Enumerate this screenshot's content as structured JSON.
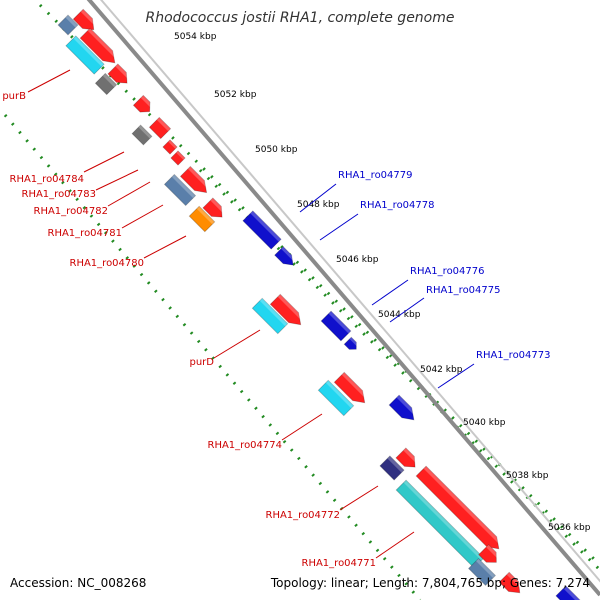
{
  "title": "Rhodococcus jostii RHA1, complete genome",
  "footer": {
    "accession": "Accession: NC_008268",
    "topology": "Topology: linear; Length: 7,804,765 bp; Genes: 7,274"
  },
  "colors": {
    "backbone": "#8a8a8a",
    "tick": "#228b22",
    "forward_label": "#cc0000",
    "reverse_label": "#0000cc",
    "red_gene": "#ff2020",
    "blue_gene": "#1010cc",
    "cyan_gene": "#22d6f0",
    "teal_gene": "#30c8c8",
    "grey_gene": "#707070",
    "steel_gene": "#5a7faa",
    "orange_gene": "#ff8c00",
    "navy_gene": "#303080"
  },
  "kbp_labels": [
    "5054 kbp",
    "5052 kbp",
    "5050 kbp",
    "5048 kbp",
    "5046 kbp",
    "5044 kbp",
    "5042 kbp",
    "5040 kbp",
    "5038 kbp",
    "5036 kbp"
  ],
  "forward_labels": [
    "purB",
    "RHA1_ro04784",
    "RHA1_ro04783",
    "RHA1_ro04782",
    "RHA1_ro04781",
    "RHA1_ro04780",
    "purD",
    "RHA1_ro04774",
    "RHA1_ro04772",
    "RHA1_ro04771"
  ],
  "reverse_labels": [
    "RHA1_ro04779",
    "RHA1_ro04778",
    "RHA1_ro04776",
    "RHA1_ro04775",
    "RHA1_ro04773"
  ]
}
